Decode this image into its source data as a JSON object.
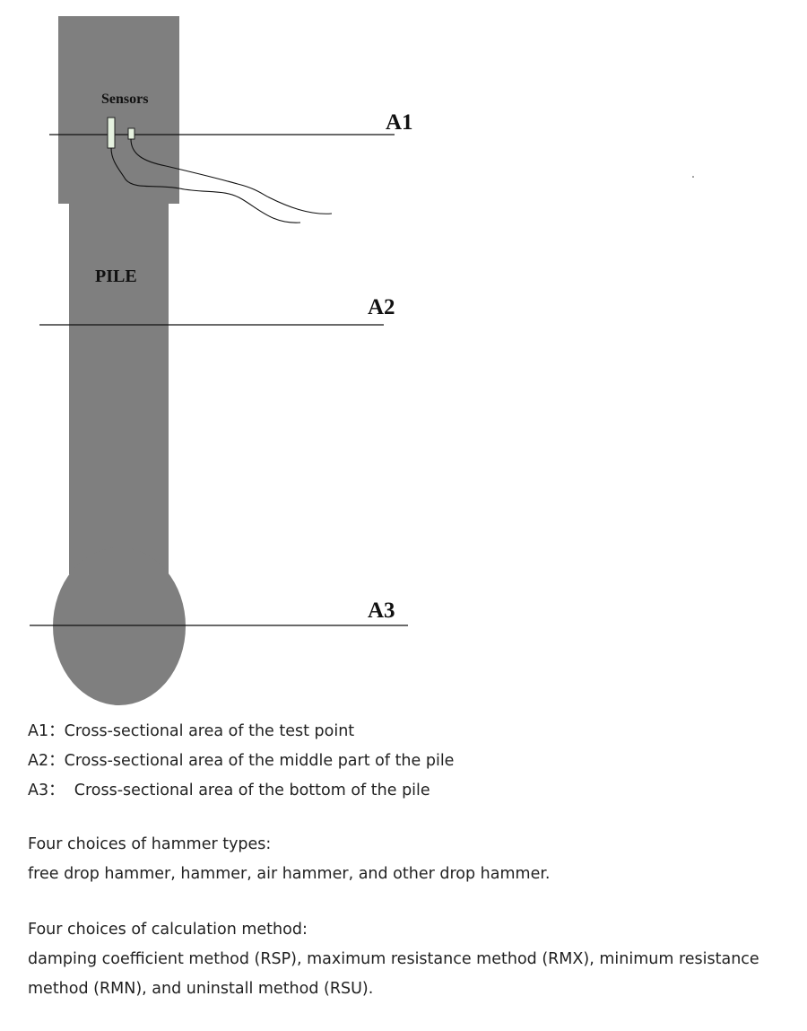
{
  "diagram": {
    "labels": {
      "sensors": "Sensors",
      "pile": "PILE",
      "a1": "A1",
      "a2": "A2",
      "a3": "A3"
    },
    "colors": {
      "pile_fill": "#7f7f7f",
      "line": "#111111",
      "sensor_fill": "#e6f2e0"
    }
  },
  "legend": {
    "items": [
      {
        "key": "A1：",
        "text": "Cross-sectional area of the test point"
      },
      {
        "key": "A2：",
        "text": "Cross-sectional area of the middle part of the pile"
      },
      {
        "key": "A3：",
        "text": "  Cross-sectional area of the bottom of the pile"
      }
    ]
  },
  "hammer": {
    "heading": "Four choices of hammer types:",
    "text": "free drop hammer, hammer, air hammer, and other drop hammer."
  },
  "calculation": {
    "heading": "Four choices of calculation method:",
    "text1": "damping coefficient method (RSP), maximum resistance method (RMX), minimum resistance",
    "text2": "method (RMN), and uninstall method (RSU)."
  }
}
